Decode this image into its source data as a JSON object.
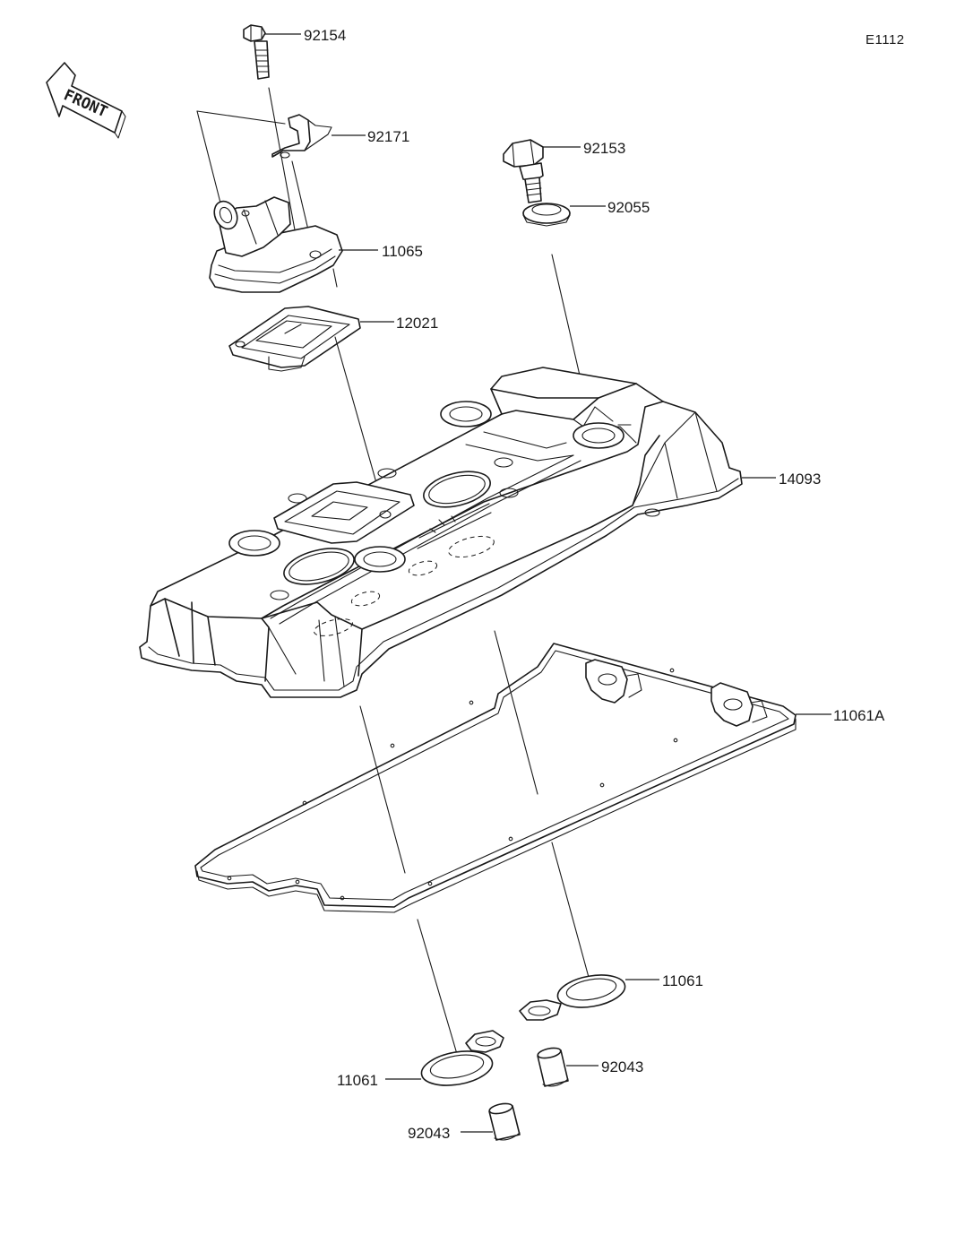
{
  "diagram_code": "E1112",
  "front_label": "FRONT",
  "parts": [
    {
      "id": "92154",
      "label": "92154"
    },
    {
      "id": "92171",
      "label": "92171"
    },
    {
      "id": "92153",
      "label": "92153"
    },
    {
      "id": "92055",
      "label": "92055"
    },
    {
      "id": "11065",
      "label": "11065"
    },
    {
      "id": "12021",
      "label": "12021"
    },
    {
      "id": "14093",
      "label": "14093"
    },
    {
      "id": "11061A",
      "label": "11061A"
    },
    {
      "id": "11061-right",
      "label": "11061"
    },
    {
      "id": "11061-left",
      "label": "11061"
    },
    {
      "id": "92043-right",
      "label": "92043"
    },
    {
      "id": "92043-left",
      "label": "92043"
    }
  ]
}
